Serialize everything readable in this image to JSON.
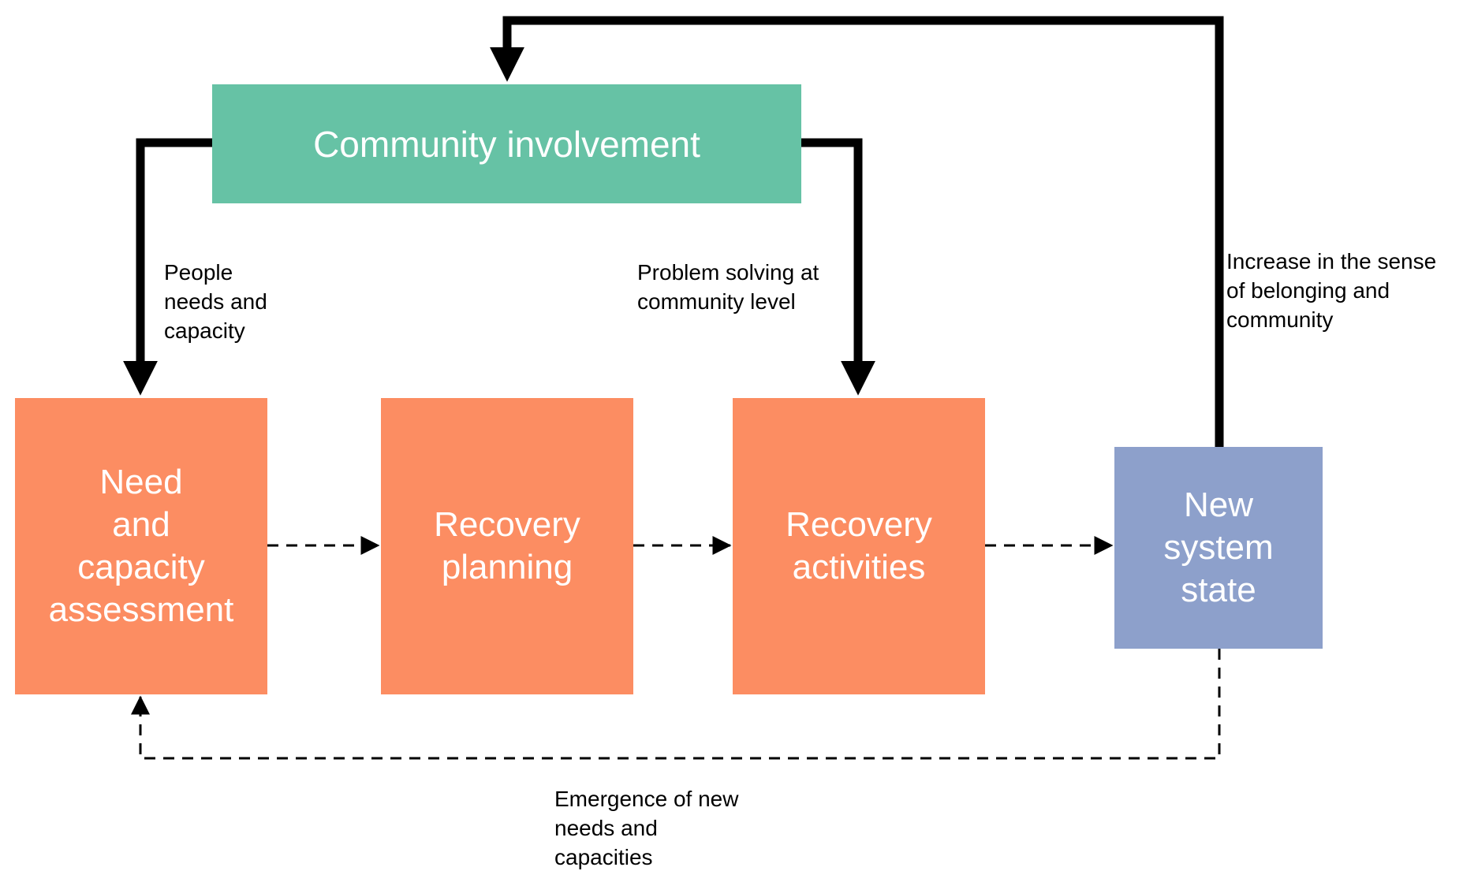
{
  "colors": {
    "community": "#66c2a5",
    "stage": "#fc8d62",
    "state": "#8da0cb",
    "text_on_box": "#ffffff",
    "arrow": "#000000"
  },
  "boxes": {
    "community": "Community involvement",
    "need_assessment": "Need\nand\ncapacity\nassessment",
    "recovery_planning": "Recovery\nplanning",
    "recovery_activities": "Recovery\nactivities",
    "new_state": "New\nsystem\nstate"
  },
  "labels": {
    "people_needs": "People\nneeds and\ncapacity",
    "problem_solving": "Problem solving at\ncommunity level",
    "belonging": "Increase in the sense\nof belonging and\ncommunity",
    "emergence": "Emergence of new\nneeds and\ncapacities"
  }
}
